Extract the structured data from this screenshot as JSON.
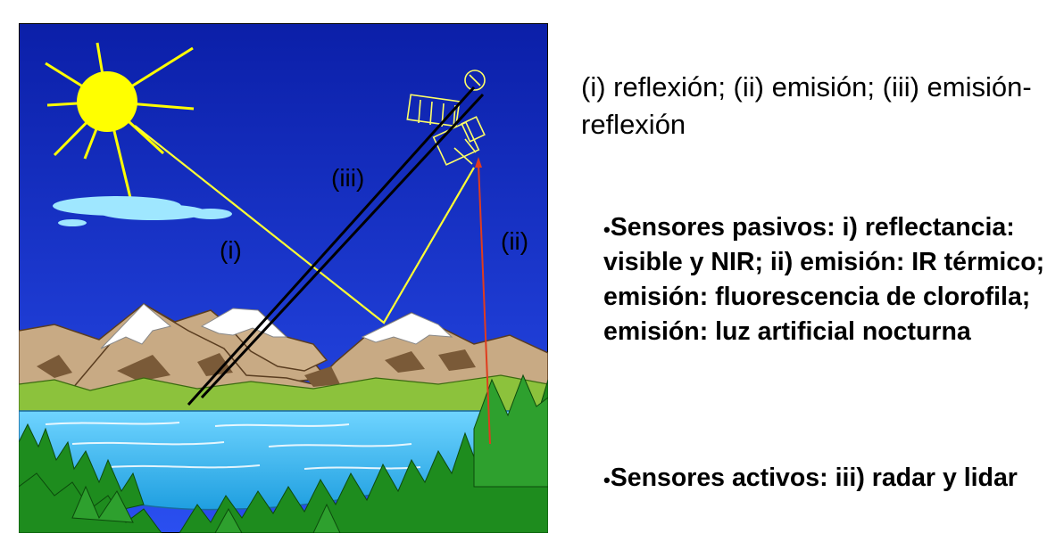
{
  "labels": {
    "i": "(i)",
    "ii": "(ii)",
    "iii": "(iii)"
  },
  "caption": "(i) reflexión; (ii) emisión; (iii) emisión-reflexión",
  "bullets": [
    "Sensores pasivos: i) reflectancia: visible y NIR; ii) emisión: IR térmico; emisión: fluorescencia de clorofila; emisión: luz artificial nocturna",
    "Sensores activos: iii) radar y lidar"
  ],
  "colors": {
    "sky": "#1a2fd6",
    "sun": "#ffff00",
    "ray_reflection": "#ffff33",
    "ray_emission": "#e03c1e",
    "ray_active": "#000000",
    "water": "#3ab8f0",
    "forest": "#1e8c1e"
  }
}
